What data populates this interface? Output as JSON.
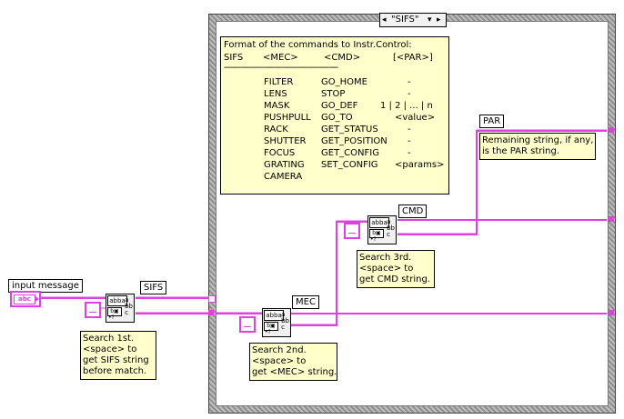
{
  "case_structure": {
    "selector_value": "\"SIFS\"",
    "left_arrow": "◂",
    "dropdown_arrow": "▾",
    "right_arrow": "▸"
  },
  "format_comment": {
    "title": "Format of the commands to Instr.Control:",
    "header": [
      "SIFS",
      "<MEC>",
      "<CMD>",
      "[<PAR>]"
    ],
    "separator": "------------------------------------------------",
    "mec": [
      "FILTER",
      "LENS",
      "MASK",
      "PUSHPULL",
      "RACK",
      "SHUTTER",
      "FOCUS",
      "GRATING",
      "CAMERA"
    ],
    "cmd": [
      "GO_HOME",
      "STOP",
      "GO_DEF",
      "GO_TO",
      "GET_STATUS",
      "GET_POSITION",
      "GET_CONFIG",
      "SET_CONFIG"
    ],
    "par": [
      "-",
      "-",
      "1 | 2 | ... | n",
      "<value>",
      "-",
      "-",
      "-",
      "<params>"
    ]
  },
  "input_control": {
    "label": "input message",
    "icon_text": "abc"
  },
  "wire_labels": {
    "sifs": "SIFS",
    "mec": "MEC",
    "cmd": "CMD",
    "par": "PAR"
  },
  "comments": {
    "search1": [
      "Search 1st.",
      "<space> to",
      "get SIFS string",
      "before match."
    ],
    "search2": [
      "Search 2nd.",
      "<space> to",
      "get <MEC> string."
    ],
    "search3": [
      "Search 3rd.",
      "<space> to",
      "get CMD string."
    ],
    "par_note": [
      "Remaining string, if any,",
      "is the PAR string."
    ]
  },
  "function_icon": {
    "top": "abba",
    "bottom": "b▣",
    "side": "a\nbb\nc",
    "dots": "•?"
  },
  "colors": {
    "string_wire": "#e040e0",
    "comment_bg": "#ffffcc"
  }
}
